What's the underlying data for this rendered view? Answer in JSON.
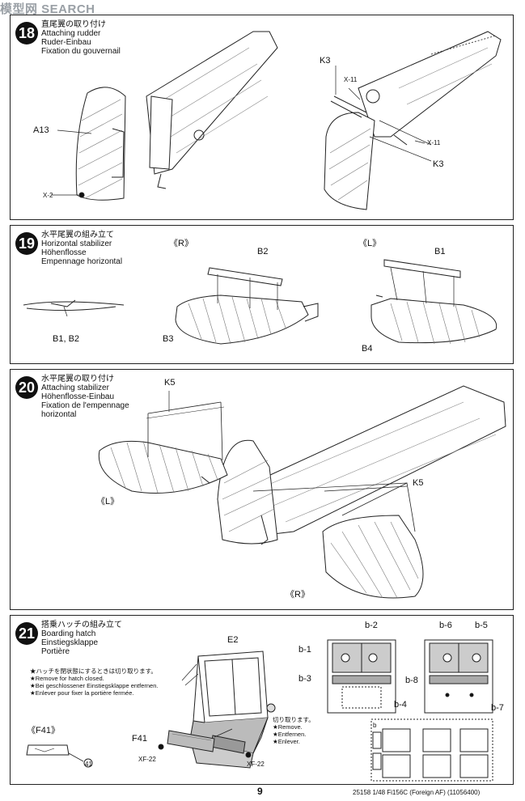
{
  "watermark": {
    "text": "模型网 SEARCH"
  },
  "steps": [
    {
      "num": "18",
      "jp": "直尾翼の取り付け",
      "en": "Attaching rudder",
      "de": "Ruder-Einbau",
      "fr": "Fixation du gouvernail",
      "labels": {
        "a13": "A13",
        "x2": "X-2",
        "k3_top": "K3",
        "x11_top": "X-11",
        "x11_right": "X-11",
        "k3_bottom": "K3"
      }
    },
    {
      "num": "19",
      "jp": "水平尾翼の組み立て",
      "en": "Horizontal stabilizer",
      "de": "Höhenflosse",
      "fr": "Empennage horizontal",
      "labels": {
        "right": "《R》",
        "left": "《L》",
        "b2": "B2",
        "b1": "B1",
        "b1b2": "B1, B2",
        "b3": "B3",
        "b4": "B4"
      }
    },
    {
      "num": "20",
      "jp": "水平尾翼の取り付け",
      "en": "Attaching stabilizer",
      "de": "Höhenflosse-Einbau",
      "fr": "Fixation de l'empennage",
      "fr2": "horizontal",
      "labels": {
        "k5_top": "K5",
        "k5_right": "K5",
        "left": "《L》",
        "right": "《R》"
      }
    },
    {
      "num": "21",
      "jp": "搭乗ハッチの組み立て",
      "en": "Boarding hatch",
      "de": "Einstiegsklappe",
      "fr": "Portière",
      "notes": [
        "★ハッチを閉状態にするときは切り取ります。",
        "★Remove for hatch closed.",
        "★Bei geschlossener Einstiegsklappe entfernen.",
        "★Enlever pour fixer la portière fermée."
      ],
      "cut": [
        "切り取ります。",
        "★Remove.",
        "★Entfernen.",
        "★Enlever."
      ],
      "labels": {
        "e2": "E2",
        "f41": "F41",
        "f41_ref": "《F41》",
        "xf22_left": "XF-22",
        "xf22_right": "XF-22",
        "ref41": "41",
        "b1": "b-1",
        "b2": "b-2",
        "b3": "b-3",
        "b4": "b-4",
        "b5": "b-5",
        "b6": "b-6",
        "b7": "b-7",
        "b8": "b-8",
        "b": "b"
      }
    }
  ],
  "footer": {
    "page": "9",
    "code": "25158  1/48 Fi156C (Foreign AF) (11056400)"
  }
}
